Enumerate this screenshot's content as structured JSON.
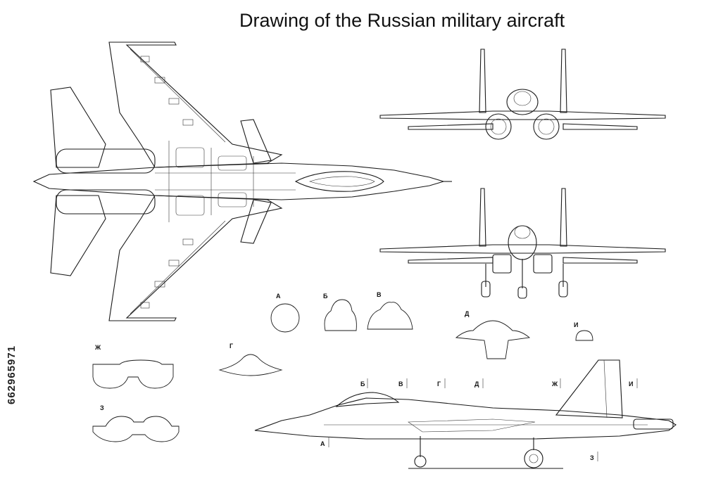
{
  "title": "Drawing of the Russian military aircraft",
  "stock_id": "662965971",
  "section_labels": {
    "a": "А",
    "b": "Б",
    "v": "В",
    "g": "Г",
    "d": "Д",
    "i": "И",
    "zh": "Ж",
    "z": "З"
  },
  "station_labels": {
    "a": "А",
    "b": "Б",
    "v": "В",
    "g": "Г",
    "d": "Д",
    "zh": "Ж",
    "i": "И",
    "z": "З"
  }
}
